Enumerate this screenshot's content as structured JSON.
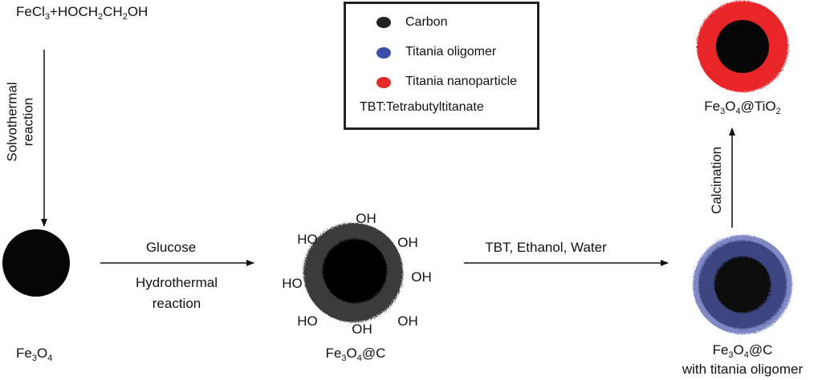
{
  "reactants": [
    [
      "FeCl",
      ""
    ],
    [
      "3",
      "sub"
    ],
    [
      "+HOCH",
      ""
    ],
    [
      "2",
      "sub"
    ],
    [
      "CH",
      ""
    ],
    [
      "2",
      "sub"
    ],
    [
      "OH",
      ""
    ]
  ],
  "step1_label": [
    "Solvothermal",
    "reaction"
  ],
  "fe3o4_label": [
    [
      "Fe",
      ""
    ],
    [
      "3",
      "sub"
    ],
    [
      "O",
      ""
    ],
    [
      "4",
      "sub"
    ]
  ],
  "step2_above": "Glucose",
  "step2_below": [
    "Hydrothermal",
    "reaction"
  ],
  "fe3o4c_label": [
    [
      "Fe",
      ""
    ],
    [
      "3",
      "sub"
    ],
    [
      "O",
      ""
    ],
    [
      "4",
      "sub"
    ],
    [
      "@C",
      ""
    ]
  ],
  "hydroxyl_groups": [
    "OH",
    "HO",
    "OH",
    "HO",
    "OH",
    "HO",
    "OH",
    "OH"
  ],
  "step3_label": "TBT, Ethanol, Water",
  "oligomer_label": [
    [
      "Fe",
      ""
    ],
    [
      "3",
      "sub"
    ],
    [
      "O",
      ""
    ],
    [
      "4",
      "sub"
    ],
    [
      "@C",
      ""
    ]
  ],
  "oligomer_sublabel": "with titania oligomer",
  "step4_label": "Calcination",
  "tio2_label": [
    [
      "Fe",
      ""
    ],
    [
      "3",
      "sub"
    ],
    [
      "O",
      ""
    ],
    [
      "4",
      "sub"
    ],
    [
      "@TiO",
      ""
    ],
    [
      "2",
      "sub"
    ]
  ],
  "legend": {
    "items": [
      {
        "label": "Carbon",
        "color": "#222222"
      },
      {
        "label": "Titania oligomer",
        "color": "#3a4fa8"
      },
      {
        "label": "Titania nanoparticle",
        "color": "#e52a2a"
      }
    ],
    "note": "TBT:Tetrabutyltitanate"
  },
  "colors": {
    "core": "#050505",
    "carbon": "#3a3a3a",
    "oligomer": "#3d4580",
    "titania": "#e8282a"
  }
}
